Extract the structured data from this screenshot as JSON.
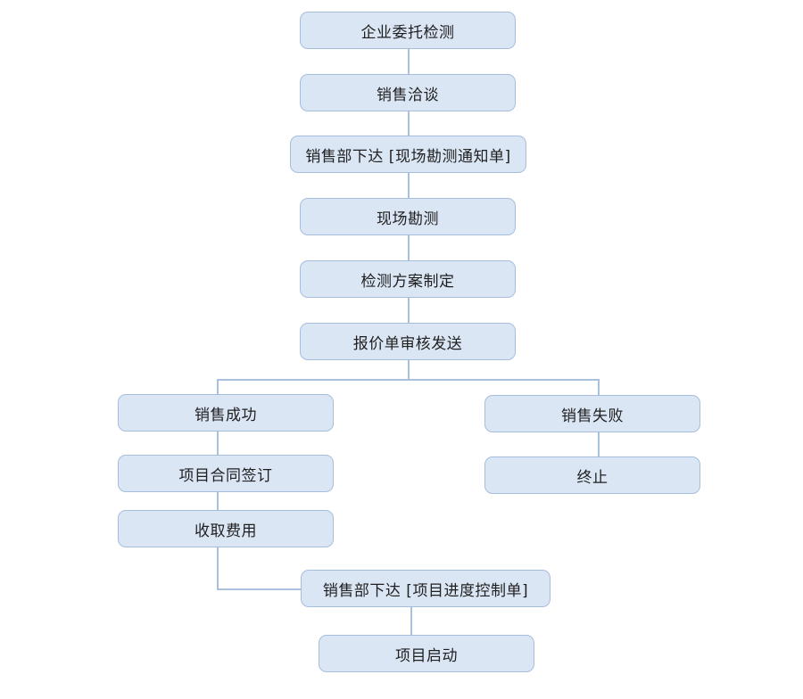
{
  "diagram": {
    "type": "flowchart",
    "nodes": [
      {
        "id": "n1",
        "label": "企业委托检测"
      },
      {
        "id": "n2",
        "label": "销售洽谈"
      },
      {
        "id": "n3",
        "label": "销售部下达 [现场勘测通知单]"
      },
      {
        "id": "n4",
        "label": "现场勘测"
      },
      {
        "id": "n5",
        "label": "检测方案制定"
      },
      {
        "id": "n6",
        "label": "报价单审核发送"
      },
      {
        "id": "n7",
        "label": "销售成功"
      },
      {
        "id": "n8",
        "label": "项目合同签订"
      },
      {
        "id": "n9",
        "label": "收取费用"
      },
      {
        "id": "n10",
        "label": "销售失败"
      },
      {
        "id": "n11",
        "label": "终止"
      },
      {
        "id": "n12",
        "label": "销售部下达 [项目进度控制单]"
      },
      {
        "id": "n13",
        "label": "项目启动"
      }
    ],
    "edges": [
      {
        "from": "n1",
        "to": "n2"
      },
      {
        "from": "n2",
        "to": "n3"
      },
      {
        "from": "n3",
        "to": "n4"
      },
      {
        "from": "n4",
        "to": "n5"
      },
      {
        "from": "n5",
        "to": "n6"
      },
      {
        "from": "n6",
        "to": "n7"
      },
      {
        "from": "n6",
        "to": "n10"
      },
      {
        "from": "n7",
        "to": "n8"
      },
      {
        "from": "n8",
        "to": "n9"
      },
      {
        "from": "n10",
        "to": "n11"
      },
      {
        "from": "n9",
        "to": "n12"
      },
      {
        "from": "n12",
        "to": "n13"
      }
    ]
  },
  "colors": {
    "background": "#ffffff",
    "node_fill": "#dbe6f5",
    "node_border": "#a6bedc",
    "connector": "#a9c1dc",
    "text": "#1f1f1f"
  }
}
